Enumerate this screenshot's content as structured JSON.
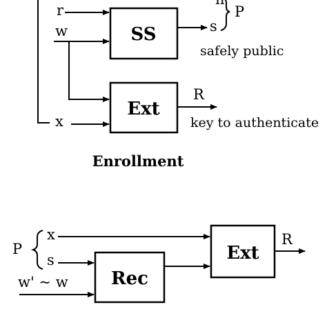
{
  "enrollment": {
    "inputs": {
      "r": "r",
      "w": "w",
      "x": "x"
    },
    "ss_box": "SS",
    "ext_box": "Ext",
    "output_s": "s",
    "output_h": "h",
    "brace_label": "P",
    "note_public": "safely public",
    "output_R": "R",
    "note_key": "key to authenticate",
    "caption": "Enrollment"
  },
  "reproduction": {
    "brace_label": "P",
    "inputs": {
      "x": "x",
      "s": "s",
      "w_prime": "w' ~ w"
    },
    "rec_box": "Rec",
    "ext_box": "Ext",
    "output_R": "R"
  }
}
